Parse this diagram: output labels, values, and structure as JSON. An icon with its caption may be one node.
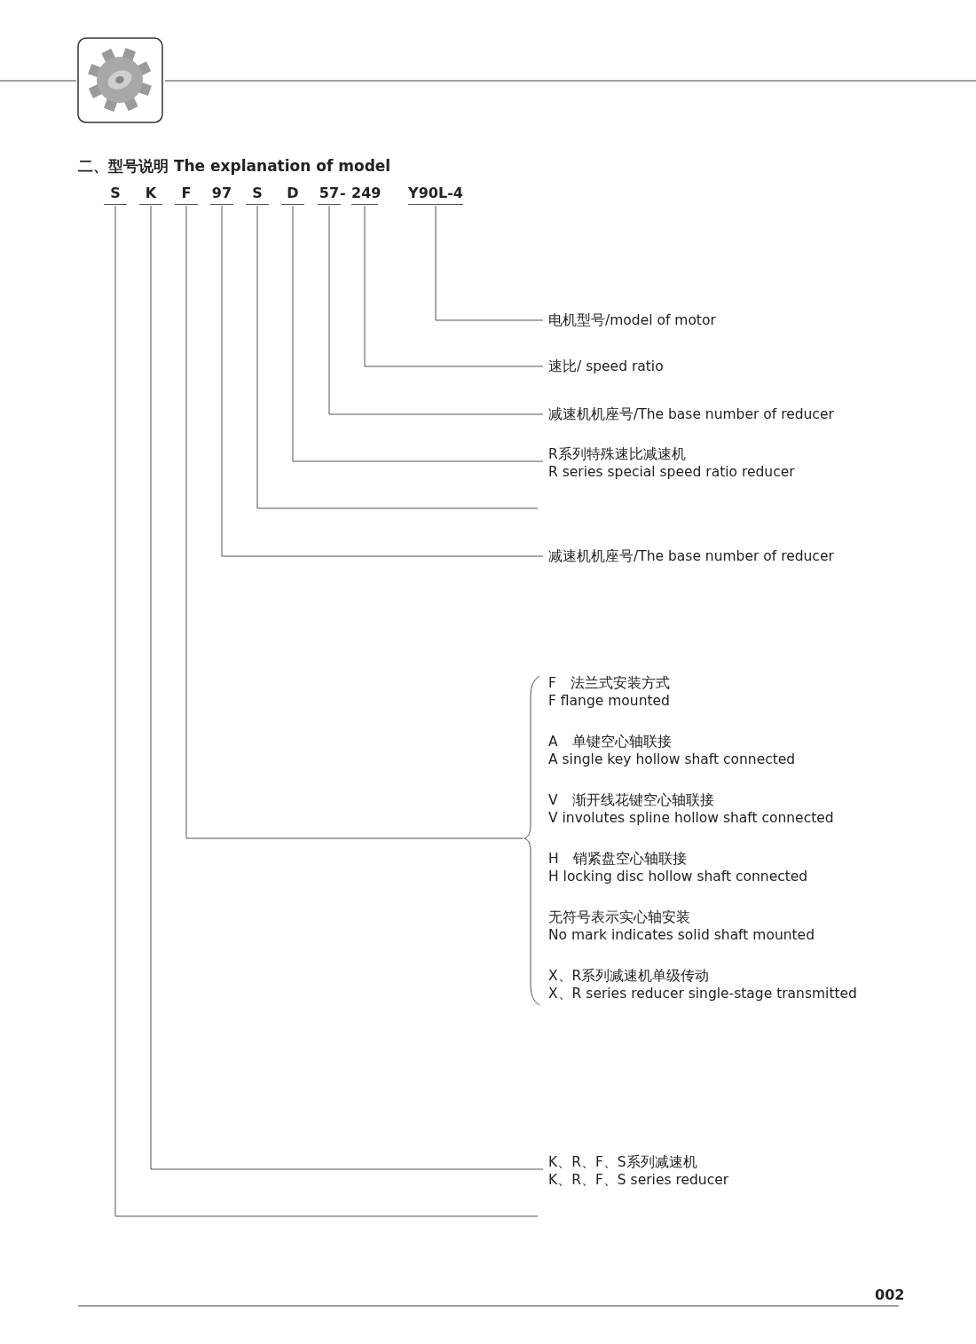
{
  "diagram": {
    "title": "二、型号说明 The explanation of model",
    "nodes": [
      {
        "text": [
          "S"
        ]
      },
      {
        "text": [
          "K"
        ]
      },
      {
        "text": [
          "F"
        ]
      },
      {
        "text": [
          "97"
        ]
      },
      {
        "text": [
          "S"
        ]
      },
      {
        "text": [
          "D"
        ]
      },
      {
        "text": [
          "57"
        ]
      },
      {
        "text": [
          "249"
        ]
      },
      {
        "text": [
          "Y90L-4"
        ]
      },
      {
        "text": [
          "电机型号/model of motor"
        ]
      },
      {
        "text": [
          "速比/ speed ratio"
        ]
      },
      {
        "text": [
          "减速机机座号/The base number of reducer"
        ]
      },
      {
        "text": [
          "R系列特殊速比减速机",
          "R series special speed ratio reducer"
        ]
      },
      {
        "text": [
          "减速机机座号/The base number of reducer"
        ]
      },
      {
        "text": [],
        "shape": "bracket"
      },
      {
        "text": [
          "F　法兰式安装方式",
          "F flange mounted"
        ],
        "in": 14
      },
      {
        "text": [
          "A　单键空心轴联接",
          "A single key hollow shaft connected"
        ],
        "in": 14
      },
      {
        "text": [
          "V　渐开线花键空心轴联接",
          "V involutes spline hollow shaft connected"
        ],
        "in": 14
      },
      {
        "text": [
          "H　销紧盘空心轴联接",
          "H locking disc hollow shaft connected"
        ],
        "in": 14
      },
      {
        "text": [
          "无符号表示实心轴安装",
          "No mark indicates solid shaft mounted"
        ],
        "in": 14
      },
      {
        "text": [
          "X、R系列减速机单级传动",
          "X、R series reducer single-stage transmitted"
        ],
        "in": 14
      },
      {
        "text": [
          "K、R、F、S系列减速机",
          "K、R、F、S series reducer"
        ]
      }
    ],
    "edges": [
      {
        "from": 8,
        "to": 9,
        "arrow": "none"
      },
      {
        "from": 7,
        "to": 10,
        "arrow": "none"
      },
      {
        "from": 6,
        "to": 11,
        "arrow": "none"
      },
      {
        "from": 5,
        "to": 12,
        "arrow": "none"
      },
      {
        "from": 4,
        "to": null,
        "arrow": "none"
      },
      {
        "from": 3,
        "to": 13,
        "arrow": "none"
      },
      {
        "from": 2,
        "to": 14,
        "arrow": "none"
      },
      {
        "from": 1,
        "to": 21,
        "arrow": "none"
      },
      {
        "from": 0,
        "to": null,
        "arrow": "none"
      }
    ],
    "labels": [
      "-",
      "002"
    ]
  }
}
